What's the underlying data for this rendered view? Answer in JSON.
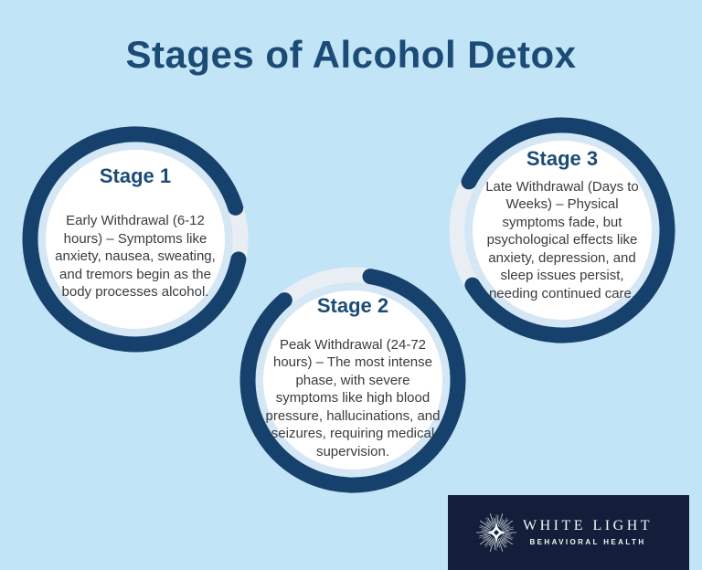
{
  "page": {
    "title": "Stages of Alcohol Detox"
  },
  "stages": [
    {
      "heading": "Stage 1",
      "body": "Early Withdrawal (6-12 hours) – Symptoms like anxiety, nausea, sweating, and tremors begin as the body processes alcohol."
    },
    {
      "heading": "Stage 2",
      "body": "Peak Withdrawal (24-72 hours) – The most intense phase, with severe symptoms like high blood pressure, hallucinations, and seizures, requiring medical supervision."
    },
    {
      "heading": "Stage 3",
      "body": "Late Withdrawal (Days to Weeks) – Physical symptoms fade, but psychological effects like anxiety, depression, and sleep issues persist, needing continued care."
    }
  ],
  "logo": {
    "name": "WHITE LIGHT",
    "tagline": "BEHAVIORAL HEALTH"
  },
  "colors": {
    "background": "#c1e4f6",
    "ring": "#17416d",
    "ring_track": "#e9eef4",
    "inner_band": "#d5e7f5",
    "circle_fill": "#ffffff",
    "heading": "#1c4b76",
    "body_text": "#3b3b3d",
    "logo_background": "#131f3a",
    "logo_text": "#f3f6f9"
  }
}
